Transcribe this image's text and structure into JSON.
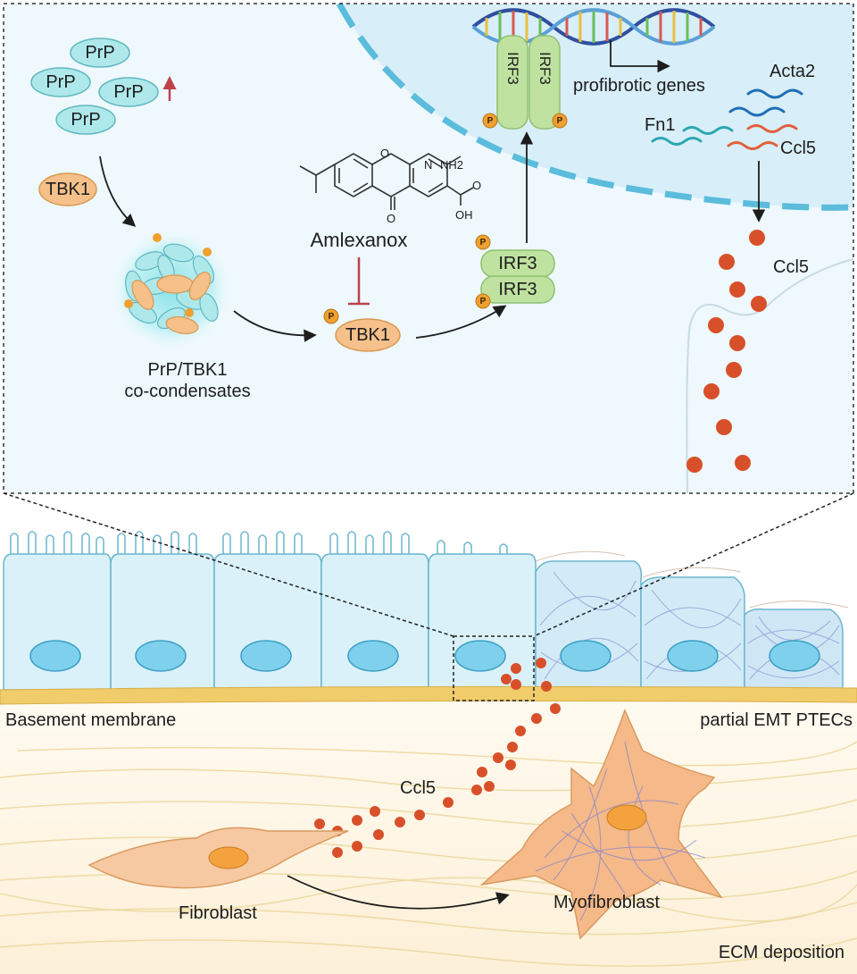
{
  "colors": {
    "prp_fill": "#aee8ea",
    "tbk1_fill": "#f5c08a",
    "irf3_fill": "#bfe2a0",
    "ccl5_dot": "#d8502a",
    "nucleus_membrane": "#5bbcdc",
    "basement_membrane": "#f0cc6a",
    "inhibitor": "#c0404a",
    "upregulation_arrow": "#c0404a"
  },
  "labels": {
    "prp": "PrP",
    "tbk1": "TBK1",
    "tbk1_active": "TBK1",
    "condensate_line1": "PrP/TBK1",
    "condensate_line2": "co-condensates",
    "amlexanox": "Amlexanox",
    "irf3": "IRF3",
    "phospho": "P",
    "profibrotic_genes": "profibrotic genes",
    "acta2": "Acta2",
    "fn1": "Fn1",
    "ccl5_gene": "Ccl5",
    "ccl5_secreted": "Ccl5",
    "basement_membrane": "Basement membrane",
    "partial_emt": "partial EMT PTECs",
    "ccl5_tissue": "Ccl5",
    "fibroblast": "Fibroblast",
    "myofibroblast": "Myofibroblast",
    "ecm": "ECM deposition"
  },
  "chem_labels": {
    "nh2": "NH2",
    "oh": "OH",
    "o": "O",
    "n": "N"
  }
}
